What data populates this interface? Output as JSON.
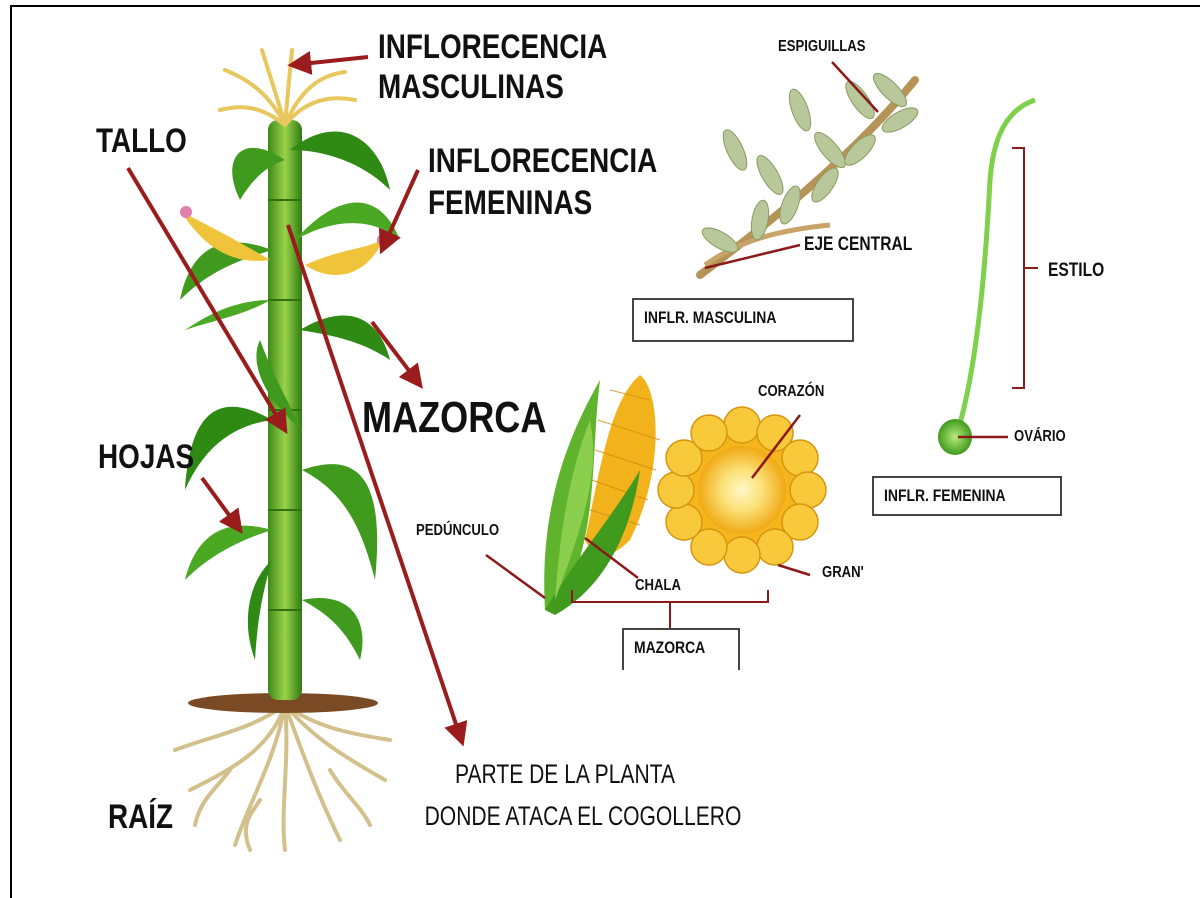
{
  "labels": {
    "inflorescencia_masculinas_1": "INFLORECENCIA",
    "inflorescencia_masculinas_2": "MASCULINAS",
    "tallo": "TALLO",
    "inflorescencia_femeninas_1": "INFLORECENCIA",
    "inflorescencia_femeninas_2": "FEMENINAS",
    "mazorca_main": "MAZORCA",
    "hojas": "HOJAS",
    "raiz": "RAÍZ",
    "espiguillas": "ESPIGUILLAS",
    "eje_central": "EJE CENTRAL",
    "estilo": "ESTILO",
    "corazon": "CORAZÓN",
    "ovario": "OVÁRIO",
    "pedunculo": "PEDÚNCULO",
    "chala": "CHALA",
    "grano": "GRAN'"
  },
  "boxes": {
    "infl_masculina": "INFLR. MASCULINA",
    "infl_femenina": "INFLR. FEMENINA",
    "mazorca": "MAZORCA"
  },
  "caption": {
    "line1": "PARTE DE LA PLANTA",
    "line2": "DONDE ATACA EL COGOLLERO"
  },
  "colors": {
    "arrow": "#9b1c1c",
    "leaf": "#3f9a1e",
    "leaf_dark": "#1f6a10",
    "stem": "#5fae2a",
    "corn": "#f2b21b",
    "tassel": "#f3d77a",
    "root": "#d8c79a",
    "soil": "#7a4a24"
  }
}
